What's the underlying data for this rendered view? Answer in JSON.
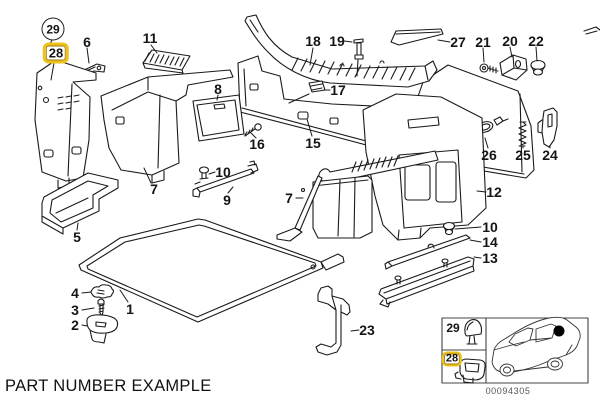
{
  "caption": "PART NUMBER EXAMPLE",
  "colors": {
    "highlight_yellow": "#edc01a",
    "line": "#1a1a1a",
    "inset_code_gray": "#555555"
  },
  "part_labels": {
    "p1": "1",
    "p2": "2",
    "p3": "3",
    "p4": "4",
    "p5": "5",
    "p6": "6",
    "p7": "7",
    "p8": "8",
    "p9": "9",
    "p10": "10",
    "p11": "11",
    "p12": "12",
    "p13": "13",
    "p14": "14",
    "p15": "15",
    "p16": "16",
    "p17": "17",
    "p18": "18",
    "p19": "19",
    "p20": "20",
    "p21": "21",
    "p22": "22",
    "p23": "23",
    "p24": "24",
    "p25": "25",
    "p26": "26",
    "p27": "27",
    "p28": "28",
    "p29": "29"
  },
  "inset": {
    "row1_label": "29",
    "row2_label": "28",
    "image_code": "00094305"
  }
}
